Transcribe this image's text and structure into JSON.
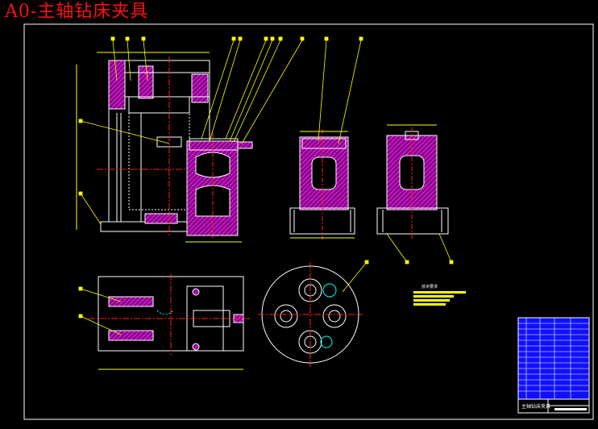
{
  "title": "A0-主轴钻床夹具",
  "tech_requirements": {
    "heading": "技术要求"
  },
  "title_block": {
    "drawing_name": "主轴钻床夹具"
  },
  "colors": {
    "background": "#000000",
    "title": "#ff1010",
    "outline": "#ffffff",
    "hatch": "#ff00ff",
    "leader": "#ffff00",
    "center_line": "#ff2020",
    "hidden_line": "#00ffff",
    "title_block_fill": "#1010ff"
  }
}
